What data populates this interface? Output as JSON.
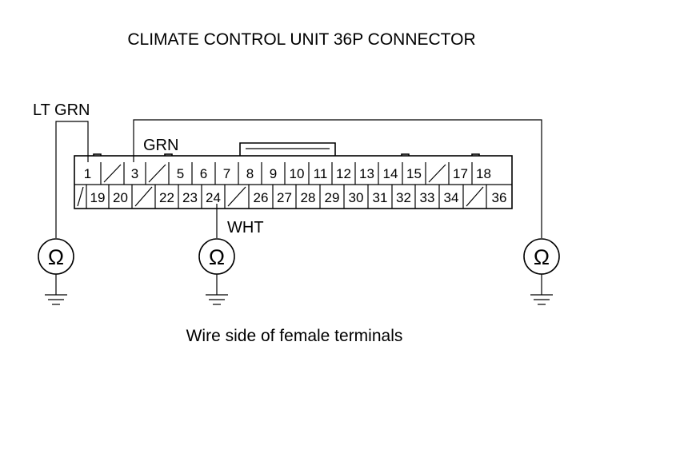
{
  "title": "CLIMATE CONTROL UNIT 36P CONNECTOR",
  "caption": "Wire side of female terminals",
  "wires": {
    "lt_grn": "LT GRN",
    "grn": "GRN",
    "wht": "WHT"
  },
  "ohm_symbol": "Ω",
  "connector": {
    "row1": [
      "1",
      "",
      "3",
      "",
      "5",
      "6",
      "7",
      "8",
      "9",
      "10",
      "11",
      "12",
      "13",
      "14",
      "15",
      "",
      "17",
      "18"
    ],
    "row2": [
      "",
      "19",
      "20",
      "",
      "22",
      "23",
      "24",
      "",
      "26",
      "27",
      "28",
      "29",
      "30",
      "31",
      "32",
      "33",
      "34",
      "",
      "36"
    ]
  }
}
